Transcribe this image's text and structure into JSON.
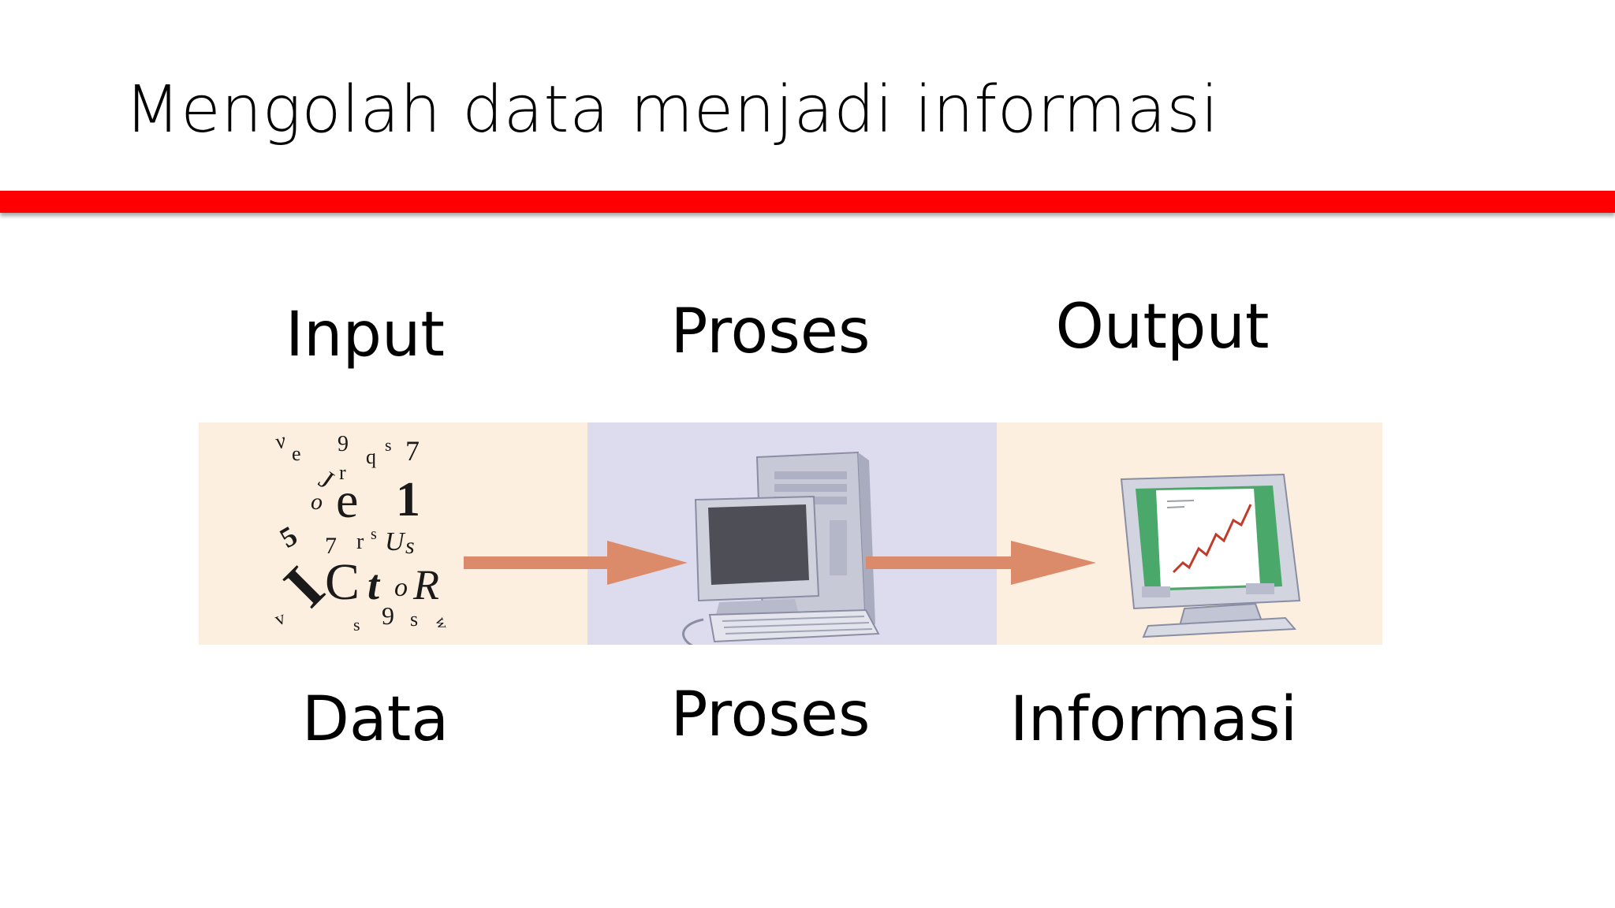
{
  "slide": {
    "title": "Mengolah data menjadi informasi",
    "accent_color": "#ff0000"
  },
  "stages": [
    {
      "top_label": "Input",
      "bottom_label": "Data",
      "panel_color": "#fcefdf",
      "icon": "scattered-characters-icon"
    },
    {
      "top_label": "Proses",
      "bottom_label": "Proses",
      "panel_color": "#dcdcee",
      "icon": "desktop-computer-icon"
    },
    {
      "top_label": "Output",
      "bottom_label": "Informasi",
      "panel_color": "#fcefdf",
      "icon": "monitor-chart-icon"
    }
  ],
  "colors": {
    "arrow": "#db8a6a",
    "chart_line": "#c23a2a",
    "screen_green": "#4aa86a"
  },
  "glyphs": [
    {
      "text": "v"
    },
    {
      "text": "e"
    },
    {
      "text": "9"
    },
    {
      "text": "q"
    },
    {
      "text": "s"
    },
    {
      "text": "7"
    },
    {
      "text": "J"
    },
    {
      "text": "r"
    },
    {
      "text": "o"
    },
    {
      "text": "e"
    },
    {
      "text": "1"
    },
    {
      "text": "5"
    },
    {
      "text": "7"
    },
    {
      "text": "r"
    },
    {
      "text": "s"
    },
    {
      "text": "U"
    },
    {
      "text": "s"
    },
    {
      "text": "I"
    },
    {
      "text": "C"
    },
    {
      "text": "t"
    },
    {
      "text": "o"
    },
    {
      "text": "R"
    },
    {
      "text": "v"
    },
    {
      "text": "s"
    },
    {
      "text": "9"
    },
    {
      "text": "s"
    },
    {
      "text": "w"
    }
  ]
}
